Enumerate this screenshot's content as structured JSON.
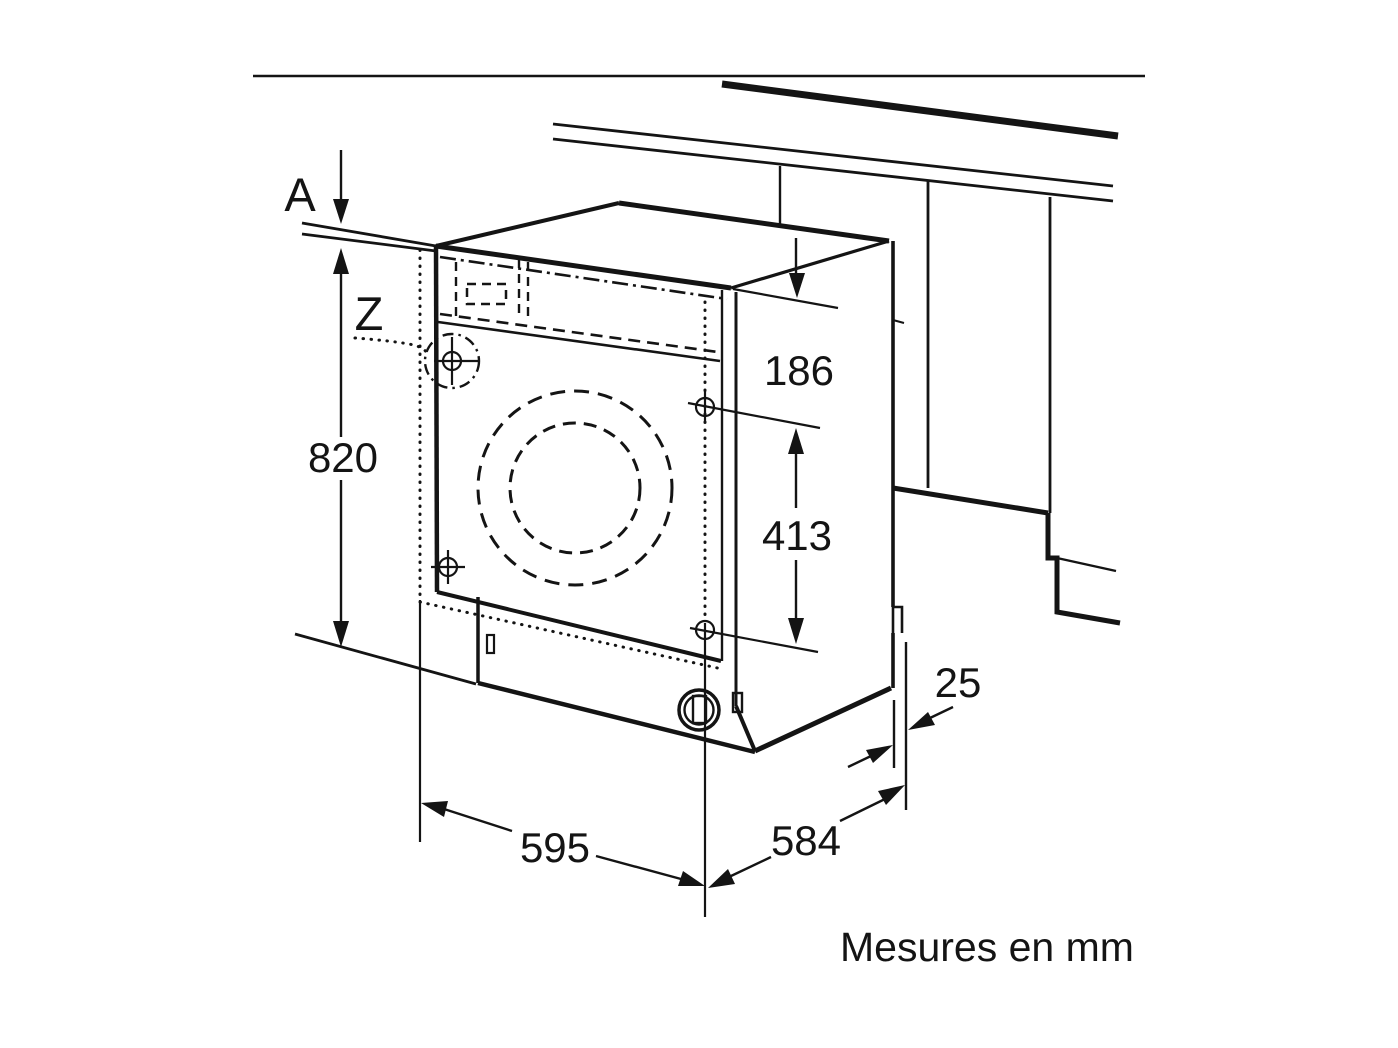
{
  "note": "Mesures en mm",
  "callouts": {
    "worktop_gap_label": "A",
    "hinge_detail_label": "Z"
  },
  "dimensions": {
    "niche_height_mm": "820",
    "hinge_top_offset_mm": "186",
    "hinge_hole_spacing_mm": "413",
    "rear_wall_gap_mm": "25",
    "appliance_width_mm": "595",
    "appliance_depth_mm": "584"
  },
  "colors": {
    "line": "#141414",
    "divider": "#d9d9d9",
    "background": "#ffffff"
  }
}
